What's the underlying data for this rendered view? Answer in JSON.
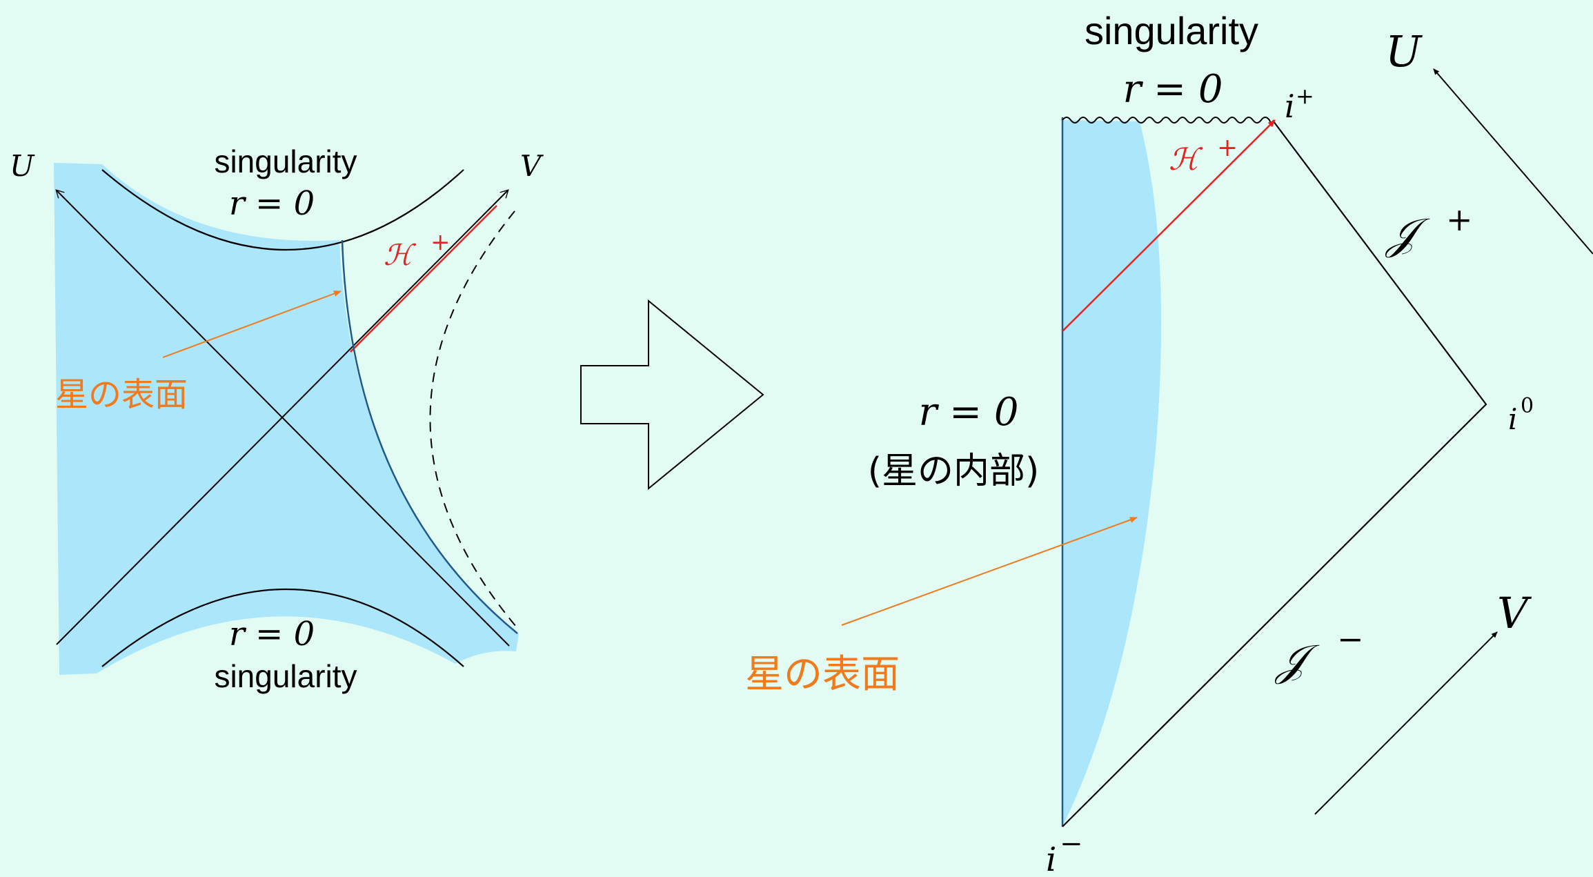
{
  "colors": {
    "background": "#e2fcf4",
    "star_fill": "#abe6fa",
    "surface_line": "#1f5a8a",
    "horizon": "#e8201e",
    "annotation": "#f07a1c",
    "ink": "#000000"
  },
  "left": {
    "axis_u": "U",
    "axis_v": "V",
    "top_singularity": "singularity",
    "top_r0": "r = 0",
    "bottom_r0": "r = 0",
    "bottom_singularity": "singularity",
    "horizon_label": "ℋ",
    "horizon_sup": "+",
    "surface_label": "星の表面"
  },
  "right": {
    "singularity": "singularity",
    "r0_top": "r = 0",
    "i_plus": "i",
    "i_plus_sup": "+",
    "horizon_label": "ℋ",
    "horizon_sup": "+",
    "scri_plus": "𝒥",
    "scri_plus_sup": "+",
    "scri_minus": "𝒥",
    "scri_minus_sup": "−",
    "i_zero": "i",
    "i_zero_sup": "0",
    "i_minus": "i",
    "i_minus_sup": "−",
    "r0_center": "r = 0",
    "star_interior": "(星の内部)",
    "surface_label": "星の表面",
    "axis_u": "U",
    "axis_v": "V"
  }
}
